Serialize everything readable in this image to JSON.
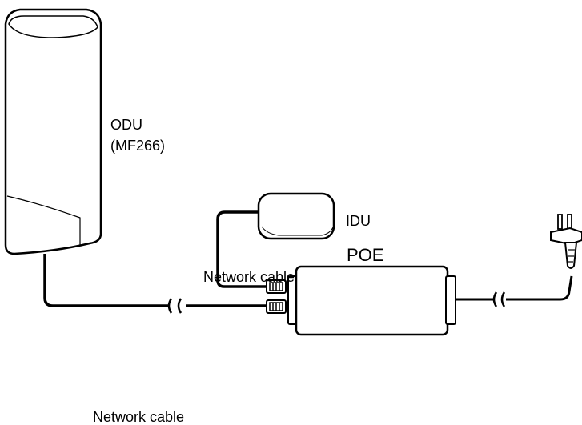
{
  "labels": {
    "odu_name": "ODU",
    "odu_model": "(MF266)",
    "idu": "IDU",
    "poe": "POE",
    "cable_idu_poe": "Network cable",
    "cable_odu_poe": "Network cable"
  },
  "colors": {
    "stroke": "#000000",
    "fill": "#ffffff",
    "panel_shade": "#f6f6f6"
  },
  "icons": {
    "odu": "outdoor-unit-icon",
    "idu": "indoor-unit-icon",
    "poe": "poe-injector-icon",
    "plug": "power-plug-icon",
    "rj45": "rj45-connector-icon",
    "cable_break": "cable-break-icon"
  }
}
